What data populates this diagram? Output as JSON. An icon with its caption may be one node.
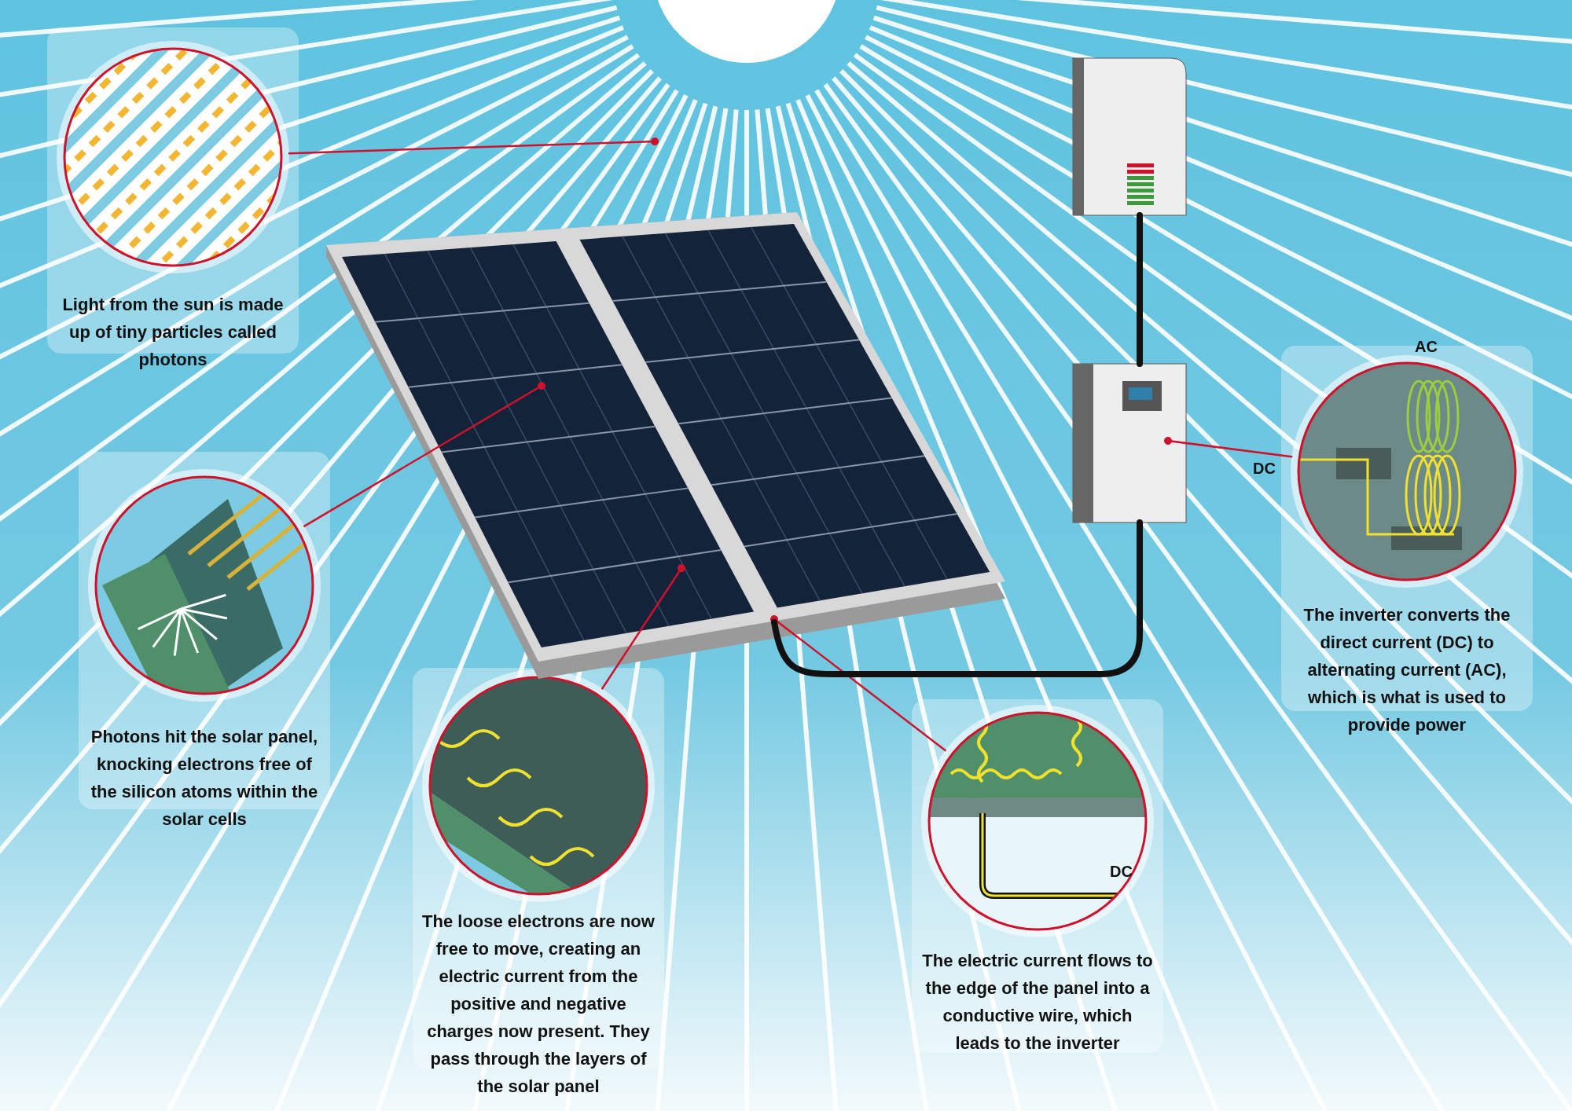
{
  "diagram": {
    "nodes": [
      {
        "text": [
          "Light from the sun is made up of tiny particles called photons"
        ]
      },
      {
        "text": [
          "Photons hit the solar panel, knocking electrons free of the silicon atoms within the solar cells"
        ]
      },
      {
        "text": [
          "The loose electrons are now free to move, creating an electric current from the positive and negative charges now present. They pass through the layers of the solar panel"
        ]
      },
      {
        "text": [
          "The electric current flows to the edge of the panel into a conductive wire, which leads to the inverter"
        ]
      },
      {
        "text": [
          "The inverter converts the direct current (DC) to alternating current (AC), which is what is used to provide power"
        ]
      },
      {
        "text": [],
        "shape": "picture"
      },
      {
        "text": [],
        "shape": "picture"
      },
      {
        "text": [],
        "shape": "picture"
      }
    ],
    "edges": [
      {
        "from": 0,
        "to": null,
        "arrow": "other"
      },
      {
        "from": 1,
        "to": 5,
        "arrow": "other"
      },
      {
        "from": 2,
        "to": 5,
        "arrow": "other"
      },
      {
        "from": 3,
        "to": 5,
        "arrow": "other"
      },
      {
        "from": 4,
        "to": 6,
        "arrow": "other"
      },
      {
        "from": 5,
        "to": 6,
        "arrow": "none",
        "style": "thick",
        "color": "#111111"
      },
      {
        "from": 6,
        "to": 7,
        "arrow": "none",
        "style": "thick",
        "color": "#111111"
      }
    ],
    "labels": [
      "AC",
      "DC",
      "DC"
    ]
  }
}
